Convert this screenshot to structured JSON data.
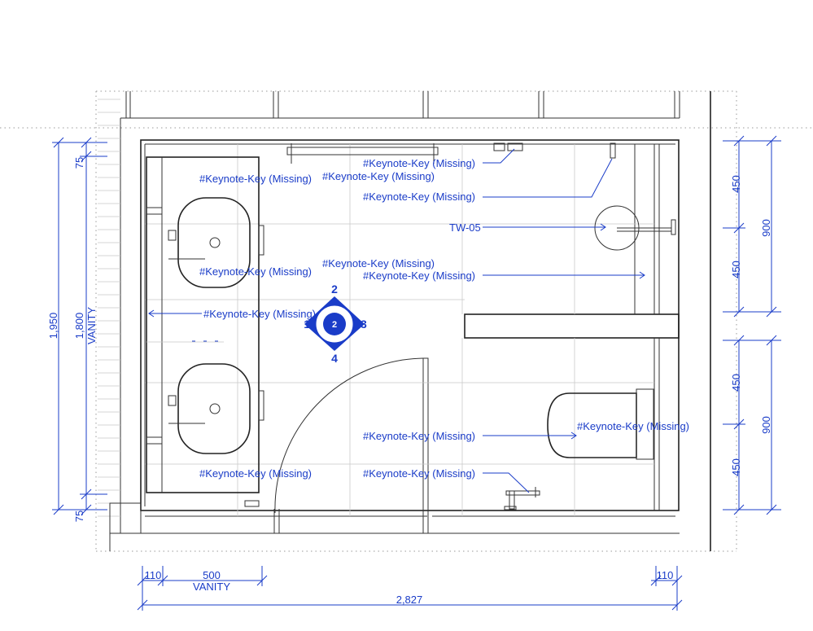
{
  "keynotes": {
    "k1": "#Keynote-Key (Missing)",
    "k2": "#Keynote-Key (Missing)",
    "k3": "#Keynote-Key (Missing)",
    "k4": "#Keynote-Key (Missing)",
    "k5": "#Keynote-Key (Missing)",
    "k6": "#Keynote-Key (Missing)",
    "k7": "#Keynote-Key (Missing)",
    "k8": "#Keynote-Key (Missing)",
    "k9": "#Keynote-Key (Missing)",
    "k10": "#Keynote-Key (Missing)",
    "k11": "#Keynote-Key (Missing)",
    "tw05": "TW-05"
  },
  "dimensions": {
    "left_top_75": "75",
    "left_bottom_75": "75",
    "left_1950": "1,950",
    "left_1800": "1,800",
    "left_vanity": "VANITY",
    "right_upper_450a": "450",
    "right_upper_450b": "450",
    "right_upper_900": "900",
    "right_lower_450a": "450",
    "right_lower_450b": "450",
    "right_lower_900": "900",
    "bottom_110_left": "110",
    "bottom_500": "500",
    "bottom_vanity": "VANITY",
    "bottom_110_right": "110",
    "bottom_2827": "2,827"
  },
  "elevation_marker": {
    "n1": "1",
    "n2": "2",
    "n3": "3",
    "n4": "4",
    "center": "2"
  }
}
